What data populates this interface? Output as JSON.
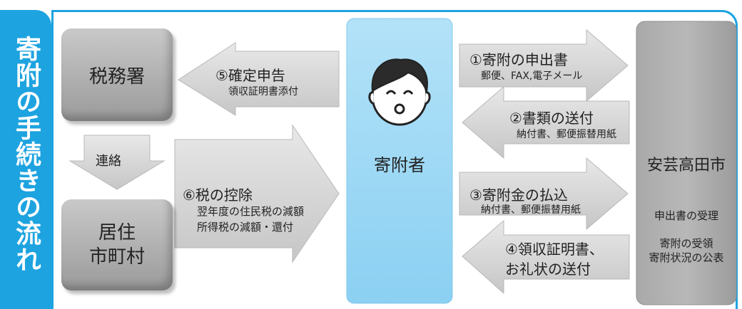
{
  "side_title": "寄附の手続きの流れ",
  "nodes": {
    "tax_office": "税務署",
    "municipality": "居住\n市町村",
    "donor": "寄附者",
    "city": "安芸高田市",
    "city_duties_1": "申出書の受理",
    "city_duties_2": "寄附の受領\n寄附状況の公表",
    "liaison": "連絡"
  },
  "steps": {
    "s1_title": "①寄附の申出書",
    "s1_sub": "郵便、FAX,電子メール",
    "s2_title": "②書類の送付",
    "s2_sub": "納付書、郵便振替用紙",
    "s3_title": "③寄附金の払込",
    "s3_sub": "納付書、郵便振替用紙",
    "s4_title": "④領収証明書、\nお礼状の送付",
    "s5_title": "⑤確定申告",
    "s5_sub": "領収証明書添付",
    "s6_title": "⑥税の控除",
    "s6_sub": "翌年度の住民税の減額\n所得税の減額・還付"
  },
  "colors": {
    "accent": "#1da3e0",
    "donor_fill": "#9ed8f4",
    "arrow_fill": "#dcdcdc",
    "box_fill": "#b5b5b5"
  },
  "icons": {
    "donor_face": "smiling-person-face-icon"
  }
}
